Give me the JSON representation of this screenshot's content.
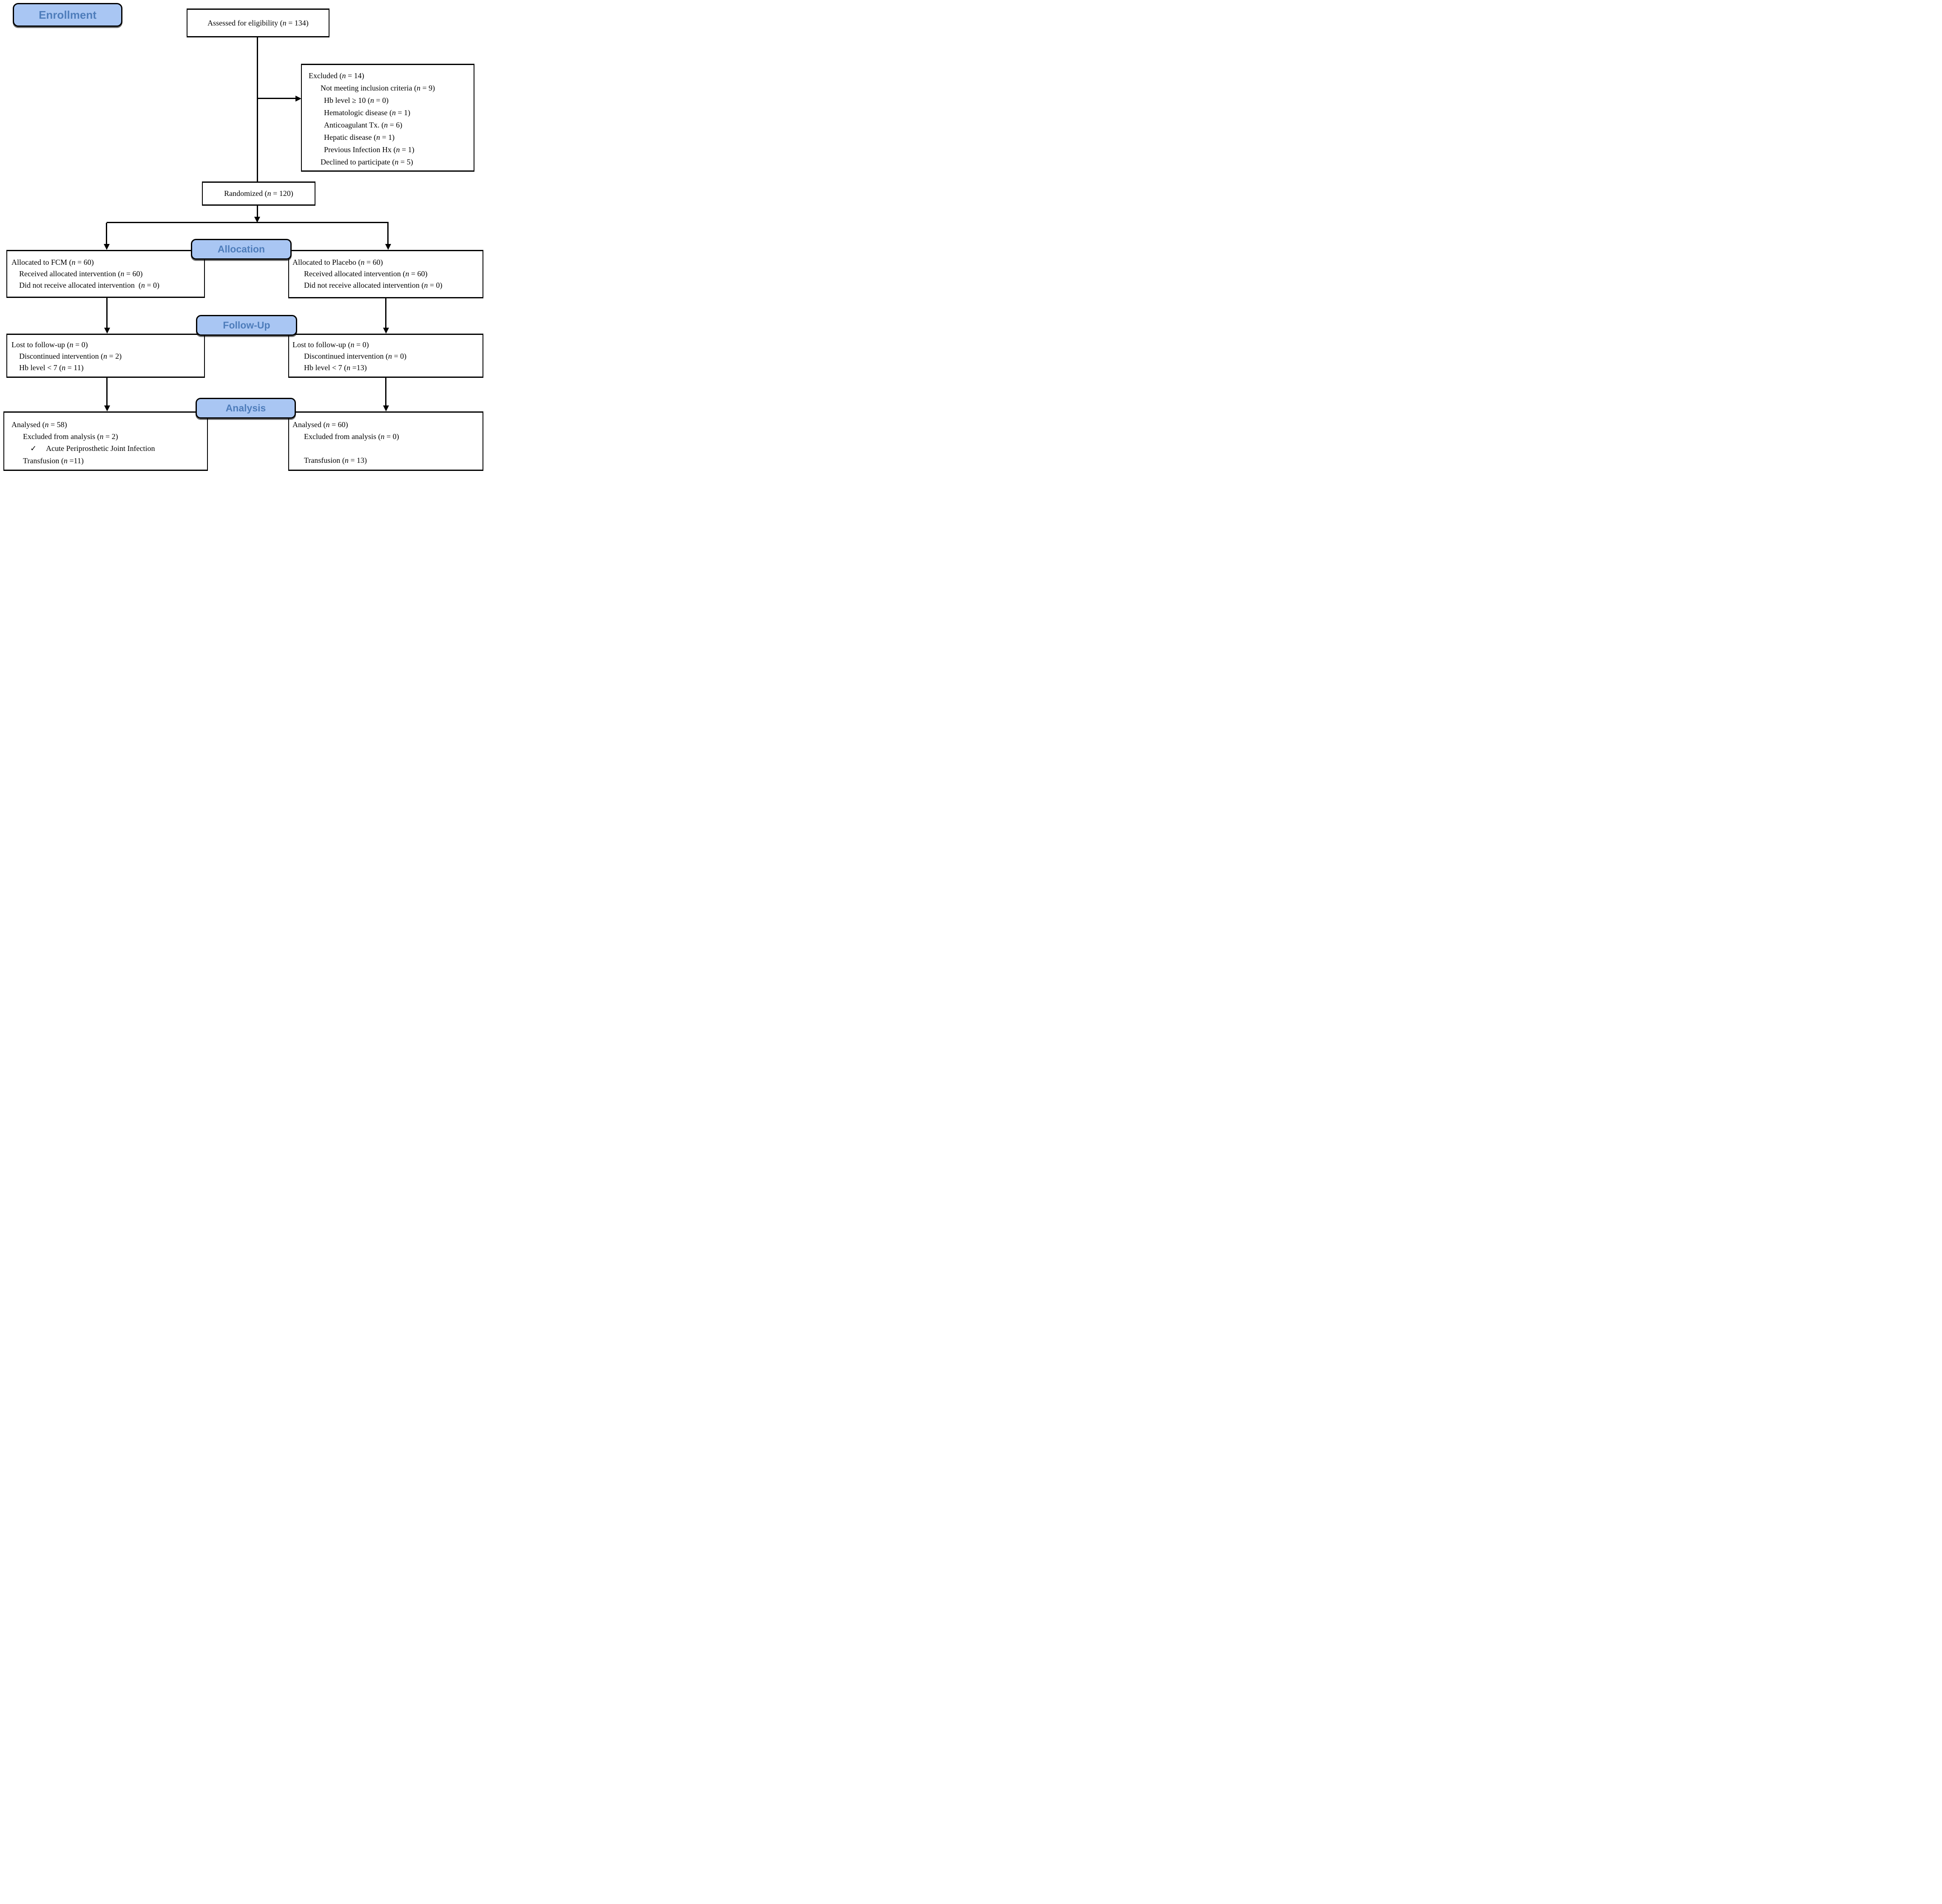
{
  "colors": {
    "band_fill": "#a9c6f3",
    "band_text": "#4e7dbb",
    "line": "#000000",
    "box_background": "#ffffff"
  },
  "bands": {
    "enrollment": {
      "label": "Enrollment"
    },
    "allocation": {
      "label": "Allocation"
    },
    "followup": {
      "label": "Follow-Up"
    },
    "analysis": {
      "label": "Analysis"
    }
  },
  "boxes": {
    "assessed": {
      "lines": [
        {
          "level": 0,
          "segments": [
            {
              "text": "Assessed for eligibility ("
            },
            {
              "text": "n",
              "italic": true
            },
            {
              "text": " = 134)"
            }
          ]
        }
      ]
    },
    "excluded": {
      "lines": [
        {
          "level": 0,
          "segments": [
            {
              "text": "Excluded ("
            },
            {
              "text": "n",
              "italic": true
            },
            {
              "text": " = 14)"
            }
          ]
        },
        {
          "level": 1,
          "segments": [
            {
              "text": "Not meeting inclusion criteria ("
            },
            {
              "text": "n",
              "italic": true
            },
            {
              "text": " = 9)"
            }
          ]
        },
        {
          "level": 2,
          "segments": [
            {
              "text": "Hb level ≥ 10 ("
            },
            {
              "text": "n",
              "italic": true
            },
            {
              "text": " = 0)"
            }
          ]
        },
        {
          "level": 2,
          "segments": [
            {
              "text": "Hematologic disease ("
            },
            {
              "text": "n",
              "italic": true
            },
            {
              "text": " = 1)"
            }
          ]
        },
        {
          "level": 2,
          "segments": [
            {
              "text": "Anticoagulant Tx. ("
            },
            {
              "text": "n",
              "italic": true
            },
            {
              "text": " = 6)"
            }
          ]
        },
        {
          "level": 2,
          "segments": [
            {
              "text": "Hepatic disease ("
            },
            {
              "text": "n",
              "italic": true
            },
            {
              "text": " = 1)"
            }
          ]
        },
        {
          "level": 2,
          "segments": [
            {
              "text": "Previous Infection Hx ("
            },
            {
              "text": "n",
              "italic": true
            },
            {
              "text": " = 1)"
            }
          ]
        },
        {
          "level": 1,
          "segments": [
            {
              "text": "Declined to participate ("
            },
            {
              "text": "n",
              "italic": true
            },
            {
              "text": " = 5)"
            }
          ]
        }
      ]
    },
    "randomized": {
      "lines": [
        {
          "level": 0,
          "segments": [
            {
              "text": "Randomized ("
            },
            {
              "text": "n",
              "italic": true
            },
            {
              "text": " = 120)"
            }
          ]
        }
      ]
    },
    "alloc_fcm": {
      "lines": [
        {
          "level": 0,
          "segments": [
            {
              "text": "Allocated to FCM ("
            },
            {
              "text": "n",
              "italic": true
            },
            {
              "text": " = 60)"
            }
          ]
        },
        {
          "level": 1,
          "segments": [
            {
              "text": "Received allocated intervention ("
            },
            {
              "text": "n",
              "italic": true
            },
            {
              "text": " = 60)"
            }
          ]
        },
        {
          "level": 1,
          "segments": [
            {
              "text": "Did not receive allocated intervention  ("
            },
            {
              "text": "n",
              "italic": true
            },
            {
              "text": " = 0)"
            }
          ]
        }
      ]
    },
    "alloc_placebo": {
      "lines": [
        {
          "level": 0,
          "segments": [
            {
              "text": "Allocated to Placebo ("
            },
            {
              "text": "n",
              "italic": true
            },
            {
              "text": " = 60)"
            }
          ]
        },
        {
          "level": 1,
          "segments": [
            {
              "text": "Received allocated intervention ("
            },
            {
              "text": "n",
              "italic": true
            },
            {
              "text": " = 60)"
            }
          ]
        },
        {
          "level": 1,
          "segments": [
            {
              "text": "Did not receive allocated intervention ("
            },
            {
              "text": "n",
              "italic": true
            },
            {
              "text": " = 0)"
            }
          ]
        }
      ]
    },
    "fu_fcm": {
      "lines": [
        {
          "level": 0,
          "segments": [
            {
              "text": "Lost to follow-up ("
            },
            {
              "text": "n",
              "italic": true
            },
            {
              "text": " = 0)"
            }
          ]
        },
        {
          "level": 1,
          "segments": [
            {
              "text": "Discontinued intervention ("
            },
            {
              "text": "n",
              "italic": true
            },
            {
              "text": " = 2)"
            }
          ]
        },
        {
          "level": 1,
          "segments": [
            {
              "text": "Hb level < 7 ("
            },
            {
              "text": "n",
              "italic": true
            },
            {
              "text": " = 11)"
            }
          ]
        }
      ]
    },
    "fu_placebo": {
      "lines": [
        {
          "level": 0,
          "segments": [
            {
              "text": "Lost to follow-up ("
            },
            {
              "text": "n",
              "italic": true
            },
            {
              "text": " = 0)"
            }
          ]
        },
        {
          "level": 1,
          "segments": [
            {
              "text": "Discontinued intervention ("
            },
            {
              "text": "n",
              "italic": true
            },
            {
              "text": " = 0)"
            }
          ]
        },
        {
          "level": 1,
          "segments": [
            {
              "text": "Hb level < 7 ("
            },
            {
              "text": "n",
              "italic": true
            },
            {
              "text": " =13)"
            }
          ]
        }
      ]
    },
    "an_fcm": {
      "lines": [
        {
          "level": 0,
          "segments": [
            {
              "text": "Analysed ("
            },
            {
              "text": "n",
              "italic": true
            },
            {
              "text": " = 58)"
            }
          ]
        },
        {
          "level": 1,
          "segments": [
            {
              "text": "Excluded from analysis ("
            },
            {
              "text": "n",
              "italic": true
            },
            {
              "text": " = 2)"
            }
          ]
        },
        {
          "level": 2,
          "segments": [
            {
              "text": "✓",
              "check": true
            },
            {
              "text": "Acute Periprosthetic Joint Infection"
            }
          ]
        },
        {
          "level": 1,
          "segments": [
            {
              "text": "Transfusion ("
            },
            {
              "text": "n",
              "italic": true
            },
            {
              "text": " =11)"
            }
          ]
        }
      ]
    },
    "an_placebo": {
      "lines": [
        {
          "level": 0,
          "segments": [
            {
              "text": "Analysed ("
            },
            {
              "text": "n",
              "italic": true
            },
            {
              "text": " = 60)"
            }
          ]
        },
        {
          "level": 1,
          "segments": [
            {
              "text": "Excluded from analysis ("
            },
            {
              "text": "n",
              "italic": true
            },
            {
              "text": " = 0)"
            }
          ]
        },
        {
          "level": 1,
          "segments": []
        },
        {
          "level": 1,
          "segments": [
            {
              "text": "Transfusion ("
            },
            {
              "text": "n",
              "italic": true
            },
            {
              "text": " = 13)"
            }
          ]
        }
      ]
    }
  }
}
